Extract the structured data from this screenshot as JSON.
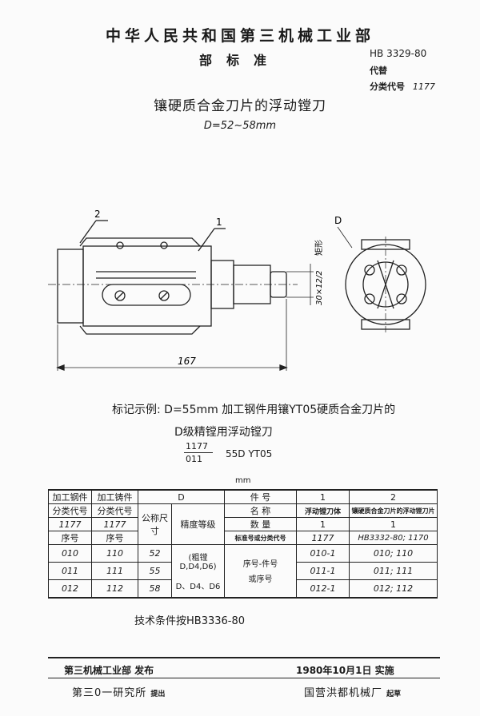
{
  "header": {
    "ministry": "中华人民共和国第三机械工业部",
    "standard_type": "部标准",
    "standard_code": "HB 3329-80",
    "replaces_label": "代替",
    "class_label": "分类代号",
    "class_code": "1177"
  },
  "document": {
    "title": "镶硬质合金刀片的浮动镗刀",
    "range": "D=52~58mm"
  },
  "drawing": {
    "callout_1": "1",
    "callout_2": "2",
    "callout_d": "D",
    "dim_length": "167",
    "dim_thread": "30×12/2",
    "dim_rect": "矩形"
  },
  "marking": {
    "line1": "标记示例: D=55mm 加工钢件用镶YT05硬质合金刀片的",
    "line2": "D级精镗用浮动镗刀",
    "code_top": "1177",
    "code_bottom": "011",
    "code_rest": "55D   YT05"
  },
  "unit": "mm",
  "table": {
    "h_steel": "加工钢件",
    "h_iron": "加工铸件",
    "h_d": "D",
    "h_item": "件  号",
    "h_col1": "1",
    "h_col2": "2",
    "h_class": "分类代号",
    "h_class_val": "1177",
    "h_seq": "序号",
    "h_nominal": "公称尺寸",
    "h_precision": "精度等级",
    "r_name": "名  称",
    "r_name_1": "浮动镗刀体",
    "r_name_2": "镶硬质合金刀片的浮动镗刀片",
    "r_qty": "数  量",
    "r_qty_1": "1",
    "r_qty_2": "1",
    "r_std": "标准号或分类代号",
    "r_std_1": "1177",
    "r_std_2": "HB3332-80; 1170",
    "precision_note": "(粗镗D,D4,D6)",
    "precision_grades": "D、D4、D6",
    "seq_note_a": "序号-件号",
    "seq_note_b": "或序号",
    "rows": [
      {
        "steel": "010",
        "iron": "110",
        "d": "52",
        "p1": "010-1",
        "p2": "010; 110"
      },
      {
        "steel": "011",
        "iron": "111",
        "d": "55",
        "p1": "011-1",
        "p2": "011; 111"
      },
      {
        "steel": "012",
        "iron": "112",
        "d": "58",
        "p1": "012-1",
        "p2": "012; 112"
      }
    ]
  },
  "tech_note": "技术条件按HB3336-80",
  "footer": {
    "publisher": "第三机械工业部  发布",
    "date": "1980年10月1日  实施",
    "proposer": "第三0一研究所",
    "proposer_suffix": "提出",
    "drafter": "国营洪都机械厂",
    "drafter_suffix": "起草"
  }
}
